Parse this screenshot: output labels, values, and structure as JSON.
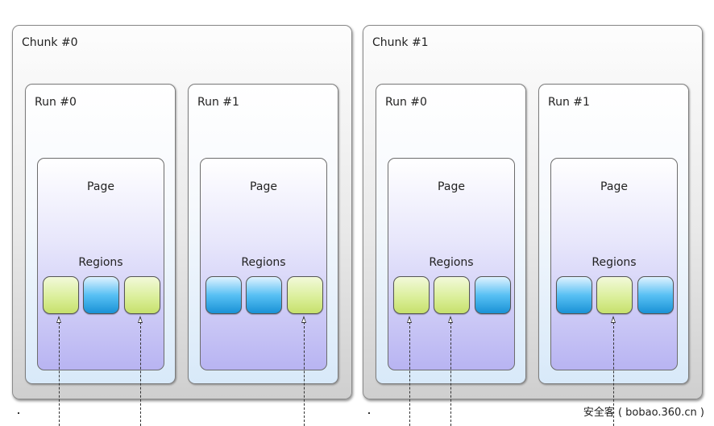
{
  "chunks": [
    {
      "title": "Chunk #0",
      "runs": [
        {
          "title": "Run #0",
          "page_label": "Page",
          "regions_label": "Regions",
          "regions": [
            "allocated",
            "free",
            "allocated"
          ]
        },
        {
          "title": "Run #1",
          "page_label": "Page",
          "regions_label": "Regions",
          "regions": [
            "free",
            "free",
            "allocated"
          ]
        }
      ]
    },
    {
      "title": "Chunk #1",
      "runs": [
        {
          "title": "Run #0",
          "page_label": "Page",
          "regions_label": "Regions",
          "regions": [
            "allocated",
            "allocated",
            "free"
          ]
        },
        {
          "title": "Run #1",
          "page_label": "Page",
          "regions_label": "Regions",
          "regions": [
            "free",
            "allocated",
            "free"
          ]
        }
      ]
    }
  ],
  "colors": {
    "allocated_region": "#dbef9b",
    "free_region": "#3aa8e6",
    "page_fill": "#b8b4f2",
    "run_fill": "#d8e9f9"
  },
  "watermark": "安全客 ( bobao.360.cn )"
}
